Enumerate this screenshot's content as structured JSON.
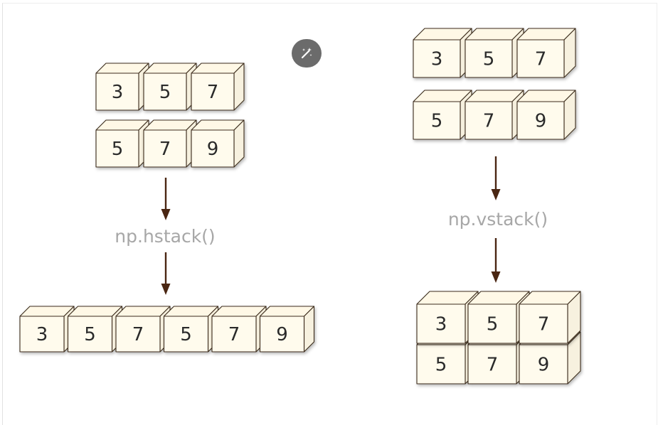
{
  "hstack": {
    "input_rows": [
      [
        "3",
        "5",
        "7"
      ],
      [
        "5",
        "7",
        "9"
      ]
    ],
    "function_label": "np.hstack()",
    "output_rows": [
      [
        "3",
        "5",
        "7",
        "5",
        "7",
        "9"
      ]
    ]
  },
  "vstack": {
    "input_rows": [
      [
        "3",
        "5",
        "7"
      ],
      [
        "5",
        "7",
        "9"
      ]
    ],
    "function_label": "np.vstack()",
    "output_rows": [
      [
        "3",
        "5",
        "7"
      ],
      [
        "5",
        "7",
        "9"
      ]
    ]
  },
  "icons": {
    "edit_button": "magic-wand-icon"
  },
  "colors": {
    "cube_front": "#fffbed",
    "cube_top": "#fff8e6",
    "cube_side": "#f7f1df",
    "outline": "#3a2a1a",
    "arrow": "#4a2612",
    "label": "#a7a7a7",
    "number": "#2b2b2b",
    "button": "#6b6b6b"
  }
}
